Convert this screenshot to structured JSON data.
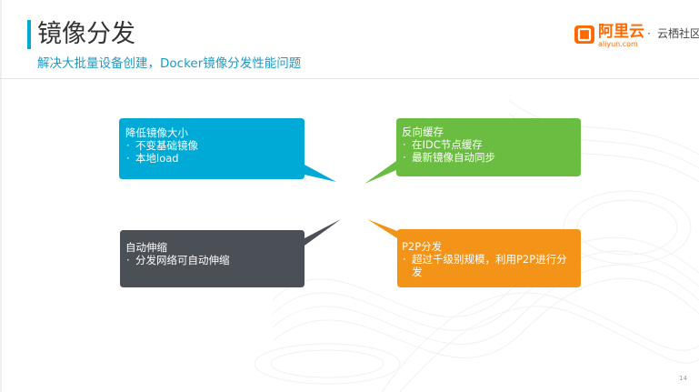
{
  "slide": {
    "title": "镜像分发",
    "subtitle": "解决大批量设备创建，Docker镜像分发性能问题",
    "page_number": "14"
  },
  "logo": {
    "name_cn": "阿里云",
    "domain": "aliyun.com",
    "separator": "·",
    "community": "云栖社区"
  },
  "boxes": [
    {
      "heading": "降低镜像大小",
      "items": [
        "不变基础镜像",
        "本地load"
      ],
      "color": "#00aad6"
    },
    {
      "heading": "反向缓存",
      "items": [
        "在IDC节点缓存",
        "最新镜像自动同步"
      ],
      "color": "#6bbd41"
    },
    {
      "heading": "自动伸缩",
      "items": [
        "分发网络可自动伸缩"
      ],
      "color": "#4b4f56"
    },
    {
      "heading": "P2P分发",
      "items": [
        "超过千级别规模，利用P2P进行分发"
      ],
      "color": "#f39419"
    }
  ],
  "colors": {
    "accent": "#00a9d4",
    "brand": "#ff6a00"
  }
}
